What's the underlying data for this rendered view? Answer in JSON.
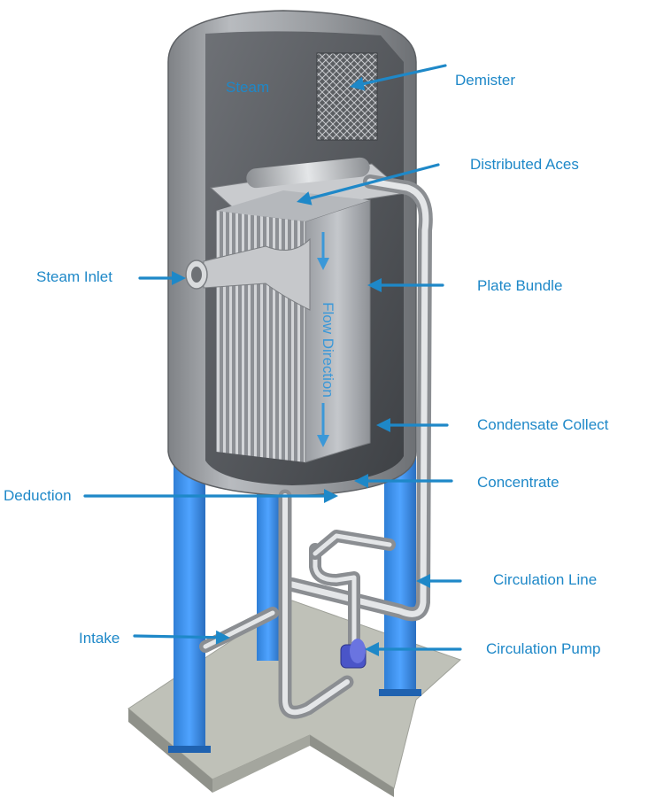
{
  "colors": {
    "label": "#1e88c8",
    "arrow": "#1e88c8",
    "legs": "#3d8fe0",
    "vessel": "#a9acb0",
    "base": "#bfc1b8"
  },
  "labels": {
    "steam": "Steam",
    "demister": "Demister",
    "distributed_aces": "Distributed Aces",
    "steam_inlet": "Steam Inlet",
    "plate_bundle": "Plate Bundle",
    "flow_direction": "Flow Direction",
    "condensate_collect": "Condensate Collect",
    "concentrate": "Concentrate",
    "deduction": "Deduction",
    "circulation_line": "Circulation Line",
    "intake": "Intake",
    "circulation_pump": "Circulation Pump"
  }
}
